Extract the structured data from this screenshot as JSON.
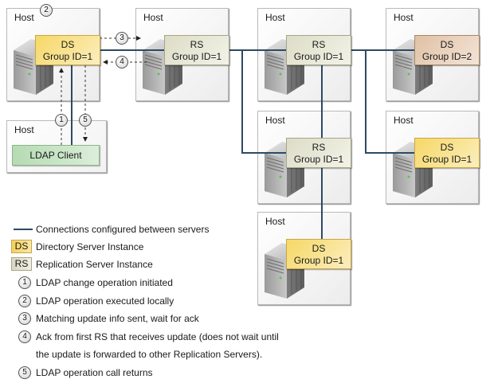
{
  "diagram": {
    "hosts": [
      {
        "id": "host-ds-primary",
        "label": "Host",
        "instance": {
          "type": "DS",
          "line1": "DS",
          "line2": "Group ID=1"
        }
      },
      {
        "id": "host-rs-1",
        "label": "Host",
        "instance": {
          "type": "RS",
          "line1": "RS",
          "line2": "Group ID=1"
        }
      },
      {
        "id": "host-rs-2",
        "label": "Host",
        "instance": {
          "type": "RS",
          "line1": "RS",
          "line2": "Group ID=1"
        }
      },
      {
        "id": "host-ds-group2",
        "label": "Host",
        "instance": {
          "type": "DS",
          "line1": "DS",
          "line2": "Group ID=2"
        }
      },
      {
        "id": "host-rs-3",
        "label": "Host",
        "instance": {
          "type": "RS",
          "line1": "RS",
          "line2": "Group ID=1"
        }
      },
      {
        "id": "host-ds-right",
        "label": "Host",
        "instance": {
          "type": "DS",
          "line1": "DS",
          "line2": "Group ID=1"
        }
      },
      {
        "id": "host-ds-bottom",
        "label": "Host",
        "instance": {
          "type": "DS",
          "line1": "DS",
          "line2": "Group ID=1"
        }
      }
    ],
    "client_host": {
      "label": "Host",
      "client_label": "LDAP Client"
    },
    "step_badges": [
      "1",
      "2",
      "3",
      "4",
      "5"
    ],
    "colors": {
      "connection_line": "#2d4a63",
      "ds_fill": "#f6d866",
      "ds_group2_fill": "#dfc1a4",
      "rs_fill": "#dcdcc6",
      "client_fill": "#b6dbb4"
    }
  },
  "legend": {
    "connections": "Connections configured between servers",
    "ds_swatch": "DS",
    "ds_text": "Directory Server Instance",
    "rs_swatch": "RS",
    "rs_text": "Replication Server Instance",
    "steps": [
      {
        "num": "1",
        "text": "LDAP change operation initiated"
      },
      {
        "num": "2",
        "text": "LDAP operation executed locally"
      },
      {
        "num": "3",
        "text": "Matching update info sent, wait for ack"
      },
      {
        "num": "4",
        "text": "Ack from first RS that receives update (does not wait until",
        "continuation": "the update is forwarded to other Replication Servers)."
      },
      {
        "num": "5",
        "text": "LDAP operation call returns"
      }
    ]
  }
}
